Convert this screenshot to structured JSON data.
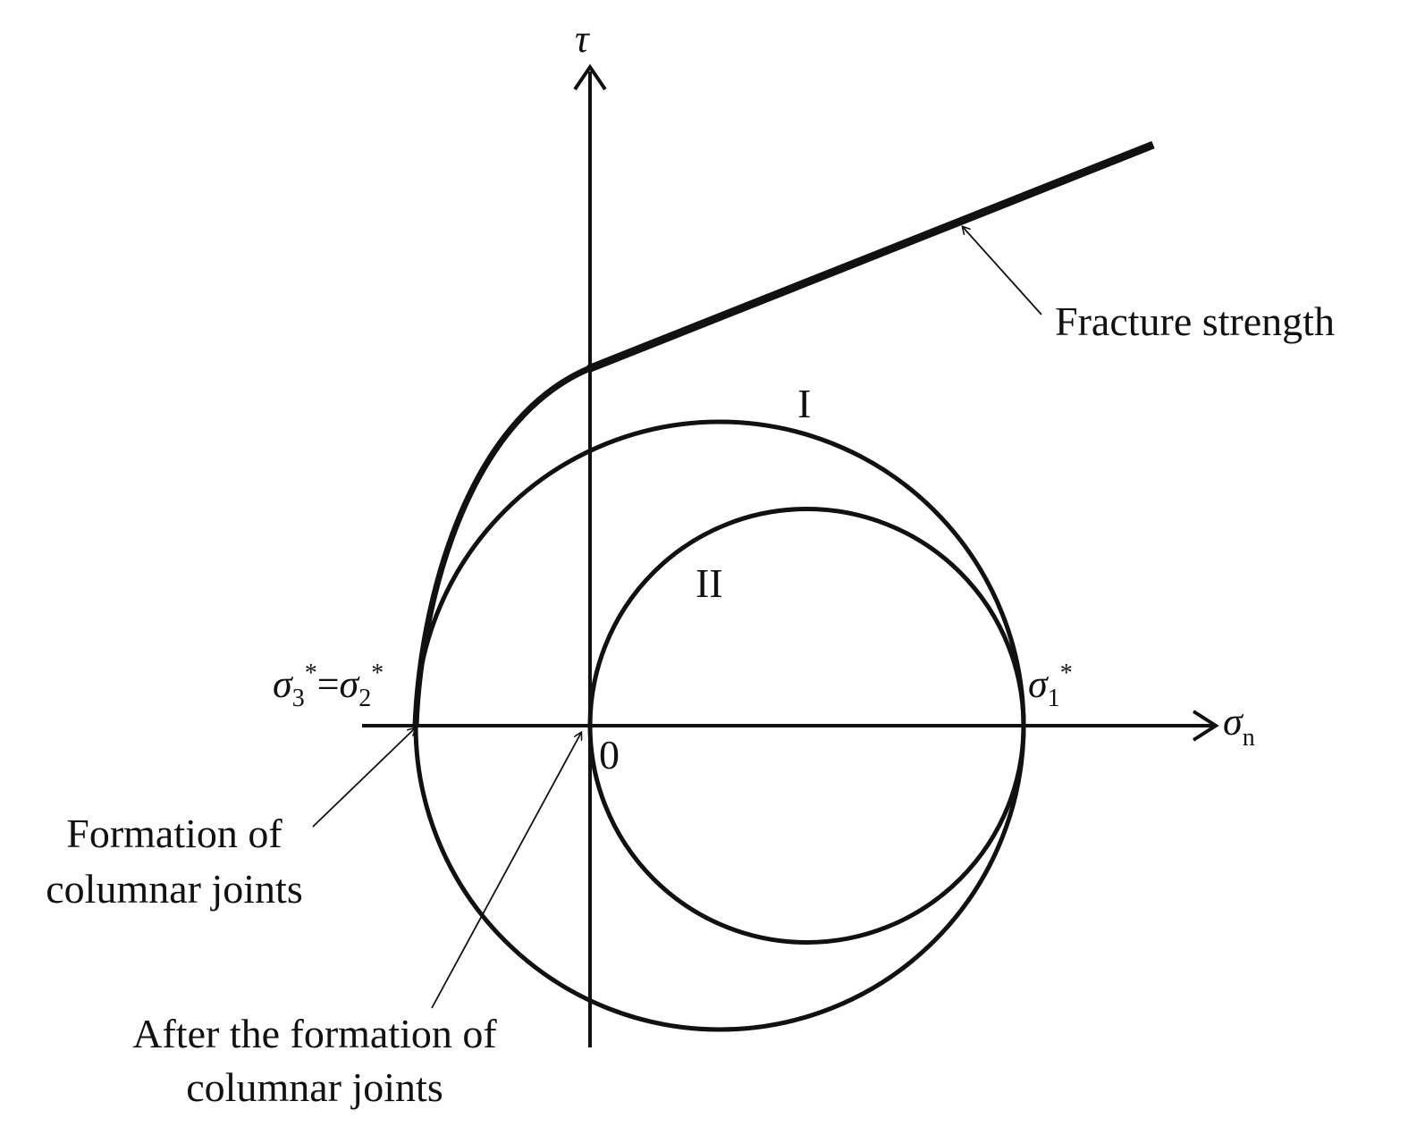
{
  "axes": {
    "y_label": "τ",
    "x_label_symbol": "σ",
    "x_label_sub": "n",
    "origin_label": "0"
  },
  "circles": {
    "circle_1_label": "I",
    "circle_2_label": "II"
  },
  "stress_labels": {
    "sigma3": "σ",
    "sigma3_sub": "3",
    "sigma3_sup": "*",
    "equals": "=",
    "sigma2": "σ",
    "sigma2_sub": "2",
    "sigma2_sup": "*",
    "sigma1": "σ",
    "sigma1_sub": "1",
    "sigma1_sup": "*"
  },
  "annotations": {
    "fracture_strength": "Fracture strength",
    "formation_line1": "Formation of",
    "formation_line2": "columnar joints",
    "after_line1": "After the formation of",
    "after_line2": "columnar joints"
  },
  "colors": {
    "stroke": "#111111"
  }
}
